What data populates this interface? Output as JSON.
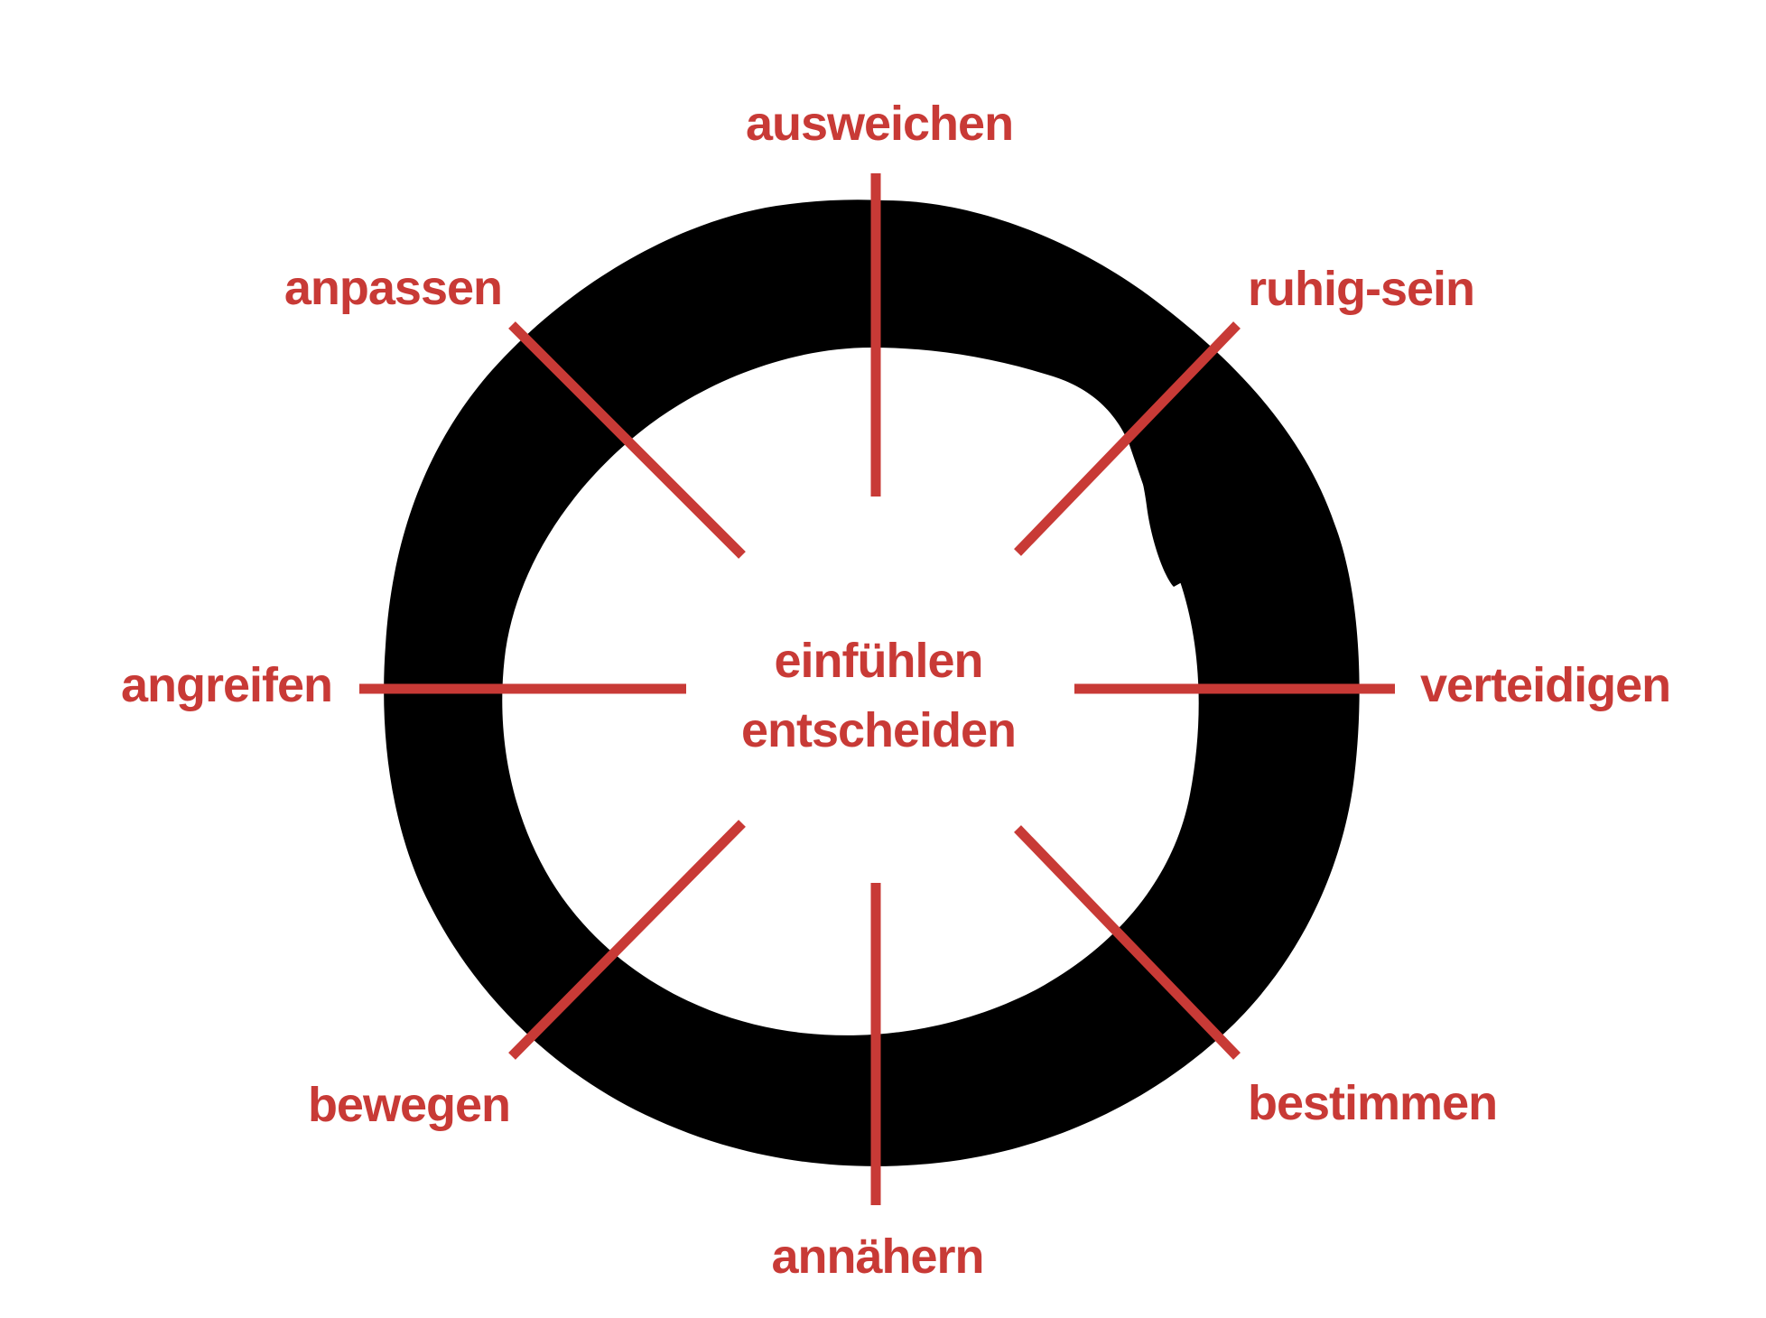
{
  "colors": {
    "accent": "#c83a36",
    "ring": "#000000",
    "background": "#ffffff"
  },
  "center": {
    "line1": "einfühlen",
    "line2": "entscheiden"
  },
  "spokes": [
    {
      "id": "top",
      "label": "ausweichen"
    },
    {
      "id": "top-right",
      "label": "ruhig-sein"
    },
    {
      "id": "right",
      "label": "verteidigen"
    },
    {
      "id": "bottom-right",
      "label": "bestimmen"
    },
    {
      "id": "bottom",
      "label": "annähern"
    },
    {
      "id": "bottom-left",
      "label": "bewegen"
    },
    {
      "id": "left",
      "label": "angreifen"
    },
    {
      "id": "top-left",
      "label": "anpassen"
    }
  ]
}
